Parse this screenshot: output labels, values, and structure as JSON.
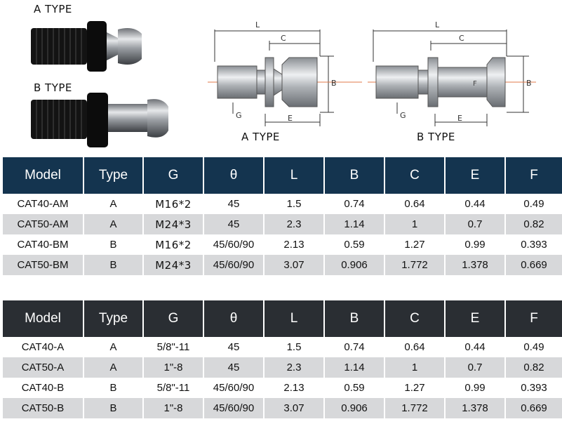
{
  "labels": {
    "a_type_photo": "A TYPE",
    "b_type_photo": "B TYPE",
    "a_type_drawing": "A TYPE",
    "b_type_drawing": "B TYPE"
  },
  "dimension_letters": {
    "L": "L",
    "C": "C",
    "B": "B",
    "E": "E",
    "G": "G",
    "F": "F"
  },
  "table_metric": {
    "headers": [
      "Model",
      "Type",
      "G",
      "θ",
      "L",
      "B",
      "C",
      "E",
      "F"
    ],
    "rows": [
      [
        "CAT40-AM",
        "A",
        "M16*2",
        "45",
        "1.5",
        "0.74",
        "0.64",
        "0.44",
        "0.49"
      ],
      [
        "CAT50-AM",
        "A",
        "M24*3",
        "45",
        "2.3",
        "1.14",
        "1",
        "0.7",
        "0.82"
      ],
      [
        "CAT40-BM",
        "B",
        "M16*2",
        "45/60/90",
        "2.13",
        "0.59",
        "1.27",
        "0.99",
        "0.393"
      ],
      [
        "CAT50-BM",
        "B",
        "M24*3",
        "45/60/90",
        "3.07",
        "0.906",
        "1.772",
        "1.378",
        "0.669"
      ]
    ]
  },
  "table_inch": {
    "headers": [
      "Model",
      "Type",
      "G",
      "θ",
      "L",
      "B",
      "C",
      "E",
      "F"
    ],
    "rows": [
      [
        "CAT40-A",
        "A",
        "5/8\"-11",
        "45",
        "1.5",
        "0.74",
        "0.64",
        "0.44",
        "0.49"
      ],
      [
        "CAT50-A",
        "A",
        "1\"-8",
        "45",
        "2.3",
        "1.14",
        "1",
        "0.7",
        "0.82"
      ],
      [
        "CAT40-B",
        "B",
        "5/8\"-11",
        "45/60/90",
        "2.13",
        "0.59",
        "1.27",
        "0.99",
        "0.393"
      ],
      [
        "CAT50-B",
        "B",
        "1\"-8",
        "45/60/90",
        "3.07",
        "0.906",
        "1.772",
        "1.378",
        "0.669"
      ]
    ]
  },
  "colors": {
    "header_blue": "#14344f",
    "header_dark": "#2a2e33",
    "row_alt": "#d7d8da"
  }
}
